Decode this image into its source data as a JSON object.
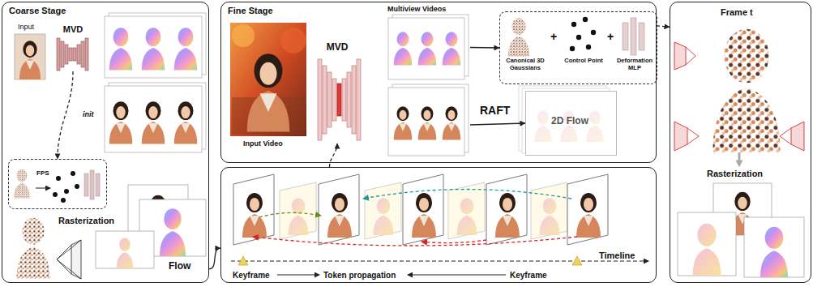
{
  "diagram": {
    "nodes": [
      {
        "text": [
          "Coarse Stage"
        ]
      },
      {
        "text": [
          "MVD"
        ],
        "in": 0
      },
      {
        "text": [
          "FPS"
        ],
        "in": 0
      },
      {
        "text": [
          "Fine Stage"
        ]
      },
      {
        "text": [
          "MVD"
        ],
        "in": 3
      },
      {
        "text": [
          "Multiview Videos"
        ],
        "in": 3
      },
      {
        "text": [
          "Canonical 3D Gaussians",
          "+",
          "Control Point",
          "+",
          "Deformation MLP"
        ],
        "in": 3
      },
      {
        "text": [
          "2D Flow"
        ],
        "in": 3
      },
      {
        "text": [
          "Keyframe",
          "Token propagation",
          "Keyframe",
          "Timeline"
        ]
      },
      {
        "text": [
          "Frame t"
        ]
      }
    ],
    "edges": [
      {
        "from": 1,
        "to": 2,
        "label": "init",
        "arrow": "to"
      },
      {
        "from": 0,
        "to": 8,
        "label": "Flow",
        "arrow": "to"
      },
      {
        "from": 8,
        "to": 4,
        "arrow": "to"
      },
      {
        "from": 5,
        "to": 6,
        "arrow": "to"
      },
      {
        "from": 5,
        "to": 7,
        "label": "RAFT",
        "arrow": "to"
      },
      {
        "from": 3,
        "to": 9,
        "arrow": "to"
      }
    ],
    "labels": [
      "Input",
      "Rasterization",
      "Input Video",
      "Rasterization"
    ]
  }
}
